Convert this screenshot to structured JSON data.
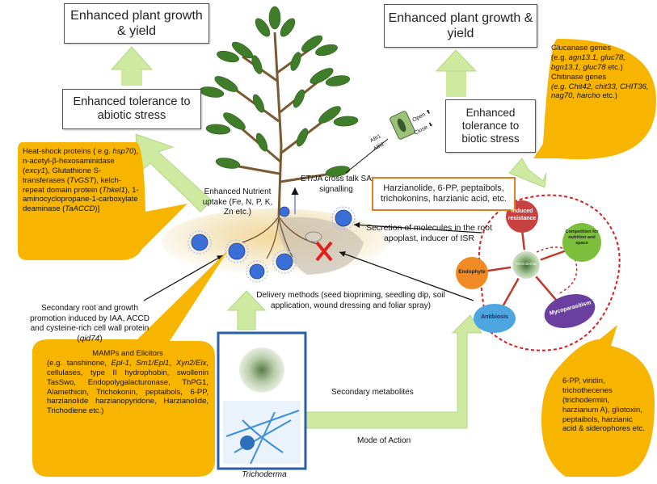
{
  "boxes": {
    "growth_left": "Enhanced plant growth & yield",
    "abiotic": "Enhanced tolerance to abiotic stress",
    "growth_right": "Enhanced plant growth & yield",
    "biotic": "Enhanced tolerance to biotic stress",
    "metabolites": "Harzianolide, 6-PP, peptaibols, trichokonins, harzianic acid, etc."
  },
  "bubbles": {
    "heat_shock": [
      {
        "t": "Heat-shock proteins ( e.g. ",
        "i": false
      },
      {
        "t": "hsp70",
        "i": true
      },
      {
        "t": "), n-acetyl-β-hexosaminidase (",
        "i": false
      },
      {
        "t": "excy1",
        "i": true
      },
      {
        "t": "), Glutathione S-transferases (",
        "i": false
      },
      {
        "t": "TvGST",
        "i": true
      },
      {
        "t": "), kelch-repeat domain protein (",
        "i": false
      },
      {
        "t": "Thkel1",
        "i": true
      },
      {
        "t": "), 1-aminocyclopropane-1-carboxylate deaminase (",
        "i": false
      },
      {
        "t": "TaACCD",
        "i": true
      },
      {
        "t": ")]",
        "i": false
      }
    ],
    "glucanase_title": "Glucanase genes",
    "glucanase": [
      {
        "t": "(e.g. ",
        "i": false
      },
      {
        "t": "agn13.1, gluc78, bgn13.1, gluc78",
        "i": true
      },
      {
        "t": " etc.)",
        "i": false
      }
    ],
    "chitinase_title": "Chitinase genes",
    "chitinase": [
      {
        "t": "(e.g. ",
        "i": true
      },
      {
        "t": "Chit42, chit33, CHIT36, nag70, harcho",
        "i": true
      },
      {
        "t": " etc.)",
        "i": false
      }
    ],
    "mamps_title": "MAMPs and Elicitors",
    "mamps": [
      {
        "t": "(e.g. tanshinone, ",
        "i": false
      },
      {
        "t": "Epl-1",
        "i": true
      },
      {
        "t": ", ",
        "i": false
      },
      {
        "t": "Sm1/Epl1",
        "i": true
      },
      {
        "t": ", ",
        "i": false
      },
      {
        "t": "Xyn2/Eix",
        "i": true
      },
      {
        "t": ", cellulases, type II hydrophobin, swollenin TasSwo, Endopolygalacturonase, ThPG1, Alamethicin, Trichokonin, peptaibols, 6-PP, harzianolide harzianopyridone, Harzianolide, Trichodiene etc.)",
        "i": false
      }
    ],
    "viridin": "6-PP, viridin, trichothecenes (trichodermin, harzianum A), gliotoxin, peptaibols, harzianic acid & siderophores etc."
  },
  "labels": {
    "nutrient": "Enhanced Nutrient uptake (Fe, N, P, K, Zn etc.)",
    "et_ja": "ET/JA cross talk SA signalling",
    "secretion": "Secretion of molecules in the root apoplast, inducer of ISR",
    "secondary_root": [
      {
        "t": "Secondary root and growth promotion induced by IAA, ACCD and cysteine-rich cell wall protein (",
        "i": false
      },
      {
        "t": "qid74",
        "i": true
      },
      {
        "t": ")",
        "i": false
      }
    ],
    "delivery": "Delivery methods (seed biopriming, seedling dip, soil application, wound dressing and foliar spray)",
    "sec_metabolites": "Secondary metabolites",
    "mode_action": "Mode of Action",
    "trichoderma": "Trichoderma"
  },
  "stomata": {
    "open": "Open",
    "close": "Close",
    "abi1": "ABI1",
    "abi2": "ABI2"
  },
  "mode_circles": {
    "center": "Trichoderma",
    "induced": "Induced resistance",
    "competition": "Competition for nutrition and space",
    "endophyte": "Endophyte",
    "antibiosis": "Antibiosis",
    "mycoparasitism": "Mycoparasitism"
  },
  "colors": {
    "arrow_green": "#cdeaa0",
    "bubble_orange": "#f7b500",
    "red_dash": "#d81e1e",
    "box_orange": "#e57b21",
    "induced_red": "#c94040",
    "competition_green": "#7cbf3c",
    "endophyte_orange": "#f08a24",
    "antibiosis_blue": "#4da6df",
    "mycoparasitism_purple": "#6b3fa0"
  }
}
